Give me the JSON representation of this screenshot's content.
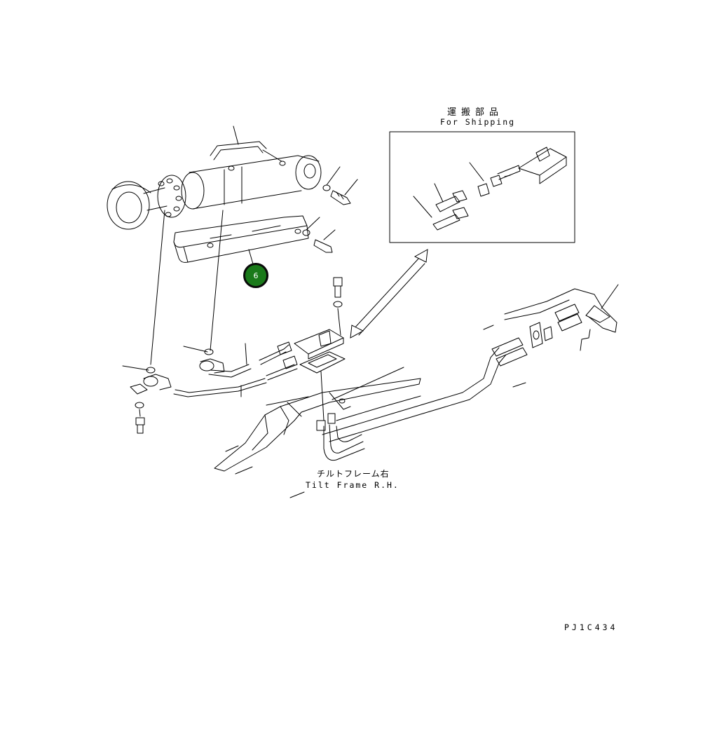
{
  "labels": {
    "shipping_jp": "運搬部品",
    "shipping_en": "For Shipping",
    "tilt_frame_jp": "チルトフレーム右",
    "tilt_frame_en": "Tilt Frame R.H.",
    "drawing_number": "PJ1C434"
  },
  "callouts": [
    {
      "number": "6",
      "fill": "#1a7a1a",
      "border": "#0a0a0a",
      "text_color": "#ffffff"
    }
  ]
}
